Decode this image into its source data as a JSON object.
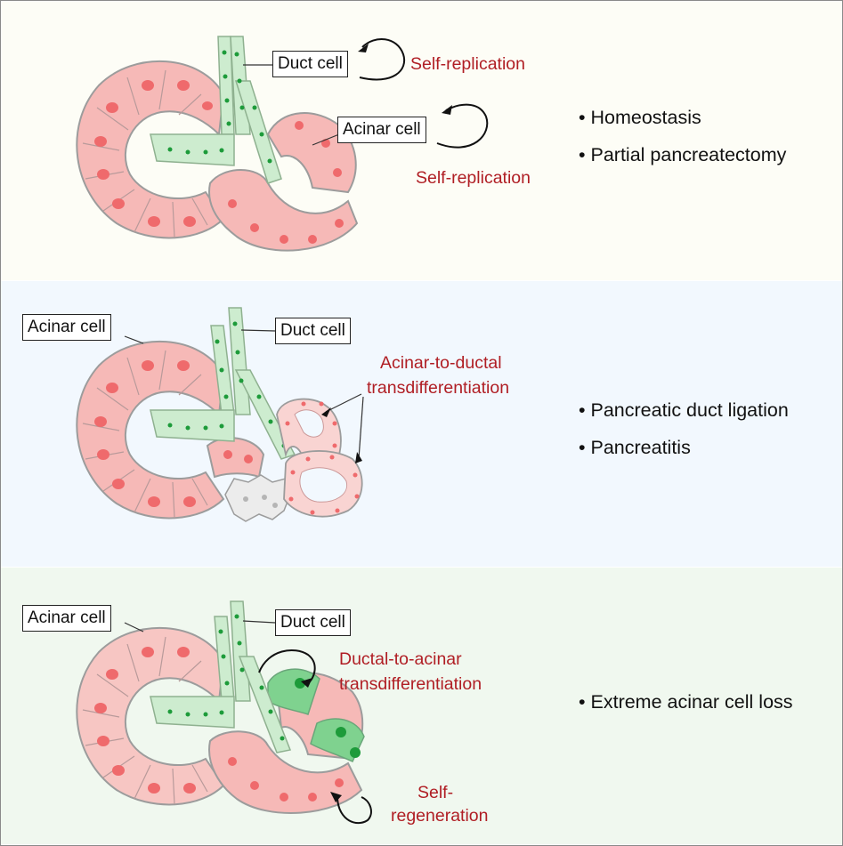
{
  "panels": [
    {
      "id": "homeostasis",
      "background": "#fdfdf6",
      "labels": {
        "duct": "Duct cell",
        "acinar": "Acinar cell"
      },
      "processes": [
        "Self-replication",
        "Self-replication"
      ],
      "conditions": [
        "• Homeostasis",
        "• Partial pancreatectomy"
      ]
    },
    {
      "id": "injury",
      "background": "#f2f8fe",
      "labels": {
        "acinar": "Acinar cell",
        "duct": "Duct cell"
      },
      "processes": [
        "Acinar-to-ductal",
        "transdifferentiation"
      ],
      "conditions": [
        "• Pancreatic duct ligation",
        "• Pancreatitis"
      ]
    },
    {
      "id": "extreme-loss",
      "background": "#f0f8ef",
      "labels": {
        "acinar": "Acinar cell",
        "duct": "Duct cell"
      },
      "processes": [
        "Ductal-to-acinar",
        "transdifferentiation",
        "Self-",
        "regeneration"
      ],
      "conditions": [
        "• Extreme acinar cell loss"
      ]
    }
  ],
  "colors": {
    "acinar_fill": "#f6b9b7",
    "acinar_nucleus": "#ef6a6c",
    "duct_fill": "#cdeccf",
    "duct_nucleus": "#1d9b3a",
    "dead_cell": "#ececec",
    "process_text": "#b01e24"
  }
}
